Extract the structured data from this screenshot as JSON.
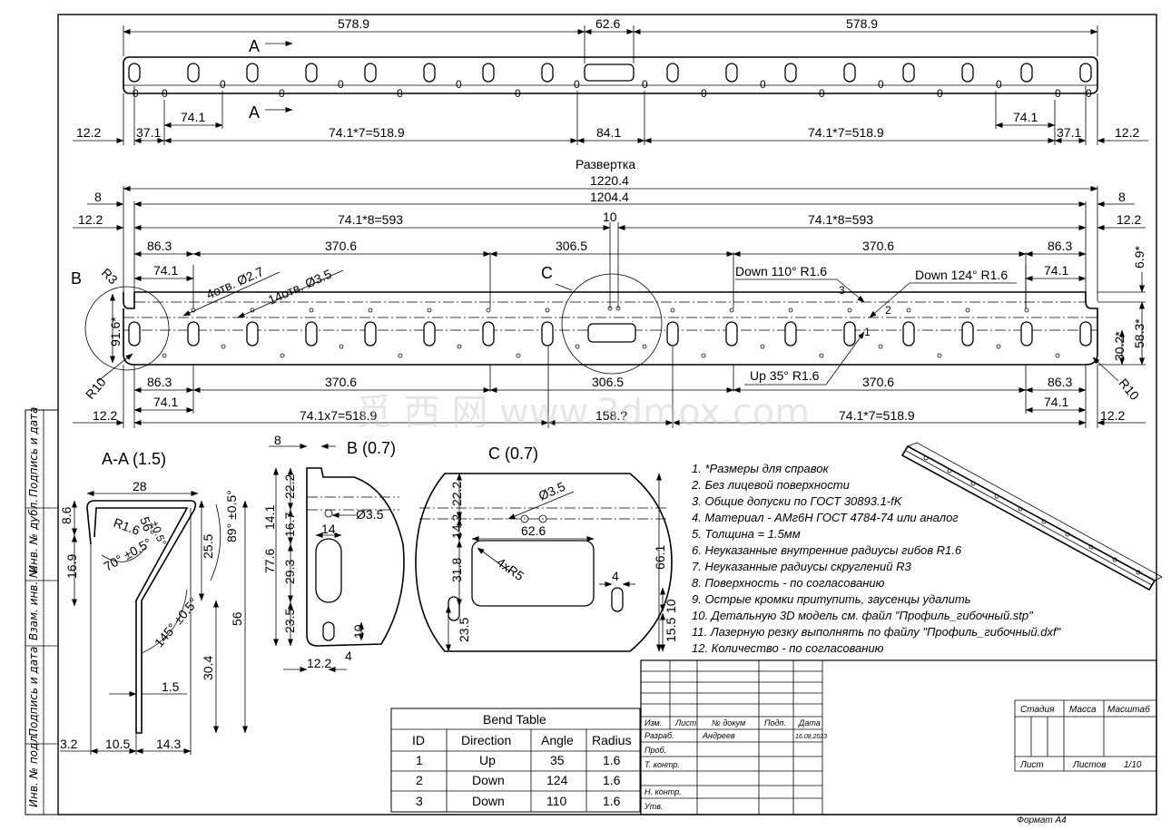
{
  "top_view": {
    "dims_top": [
      "578.9",
      "62.6",
      "578.9"
    ],
    "dims_bottom": [
      "12.2",
      "37.1",
      "74.1",
      "74.1*7=518.9",
      "84.1",
      "74.1*7=518.9",
      "74.1",
      "37.1",
      "12.2"
    ],
    "section_mark": "A",
    "hole_mark": "0"
  },
  "flat_view": {
    "title": "Развертка",
    "overall": [
      "1220.4",
      "1204.4",
      "8",
      "8"
    ],
    "row3": [
      "12.2",
      "74.1*8=593",
      "10",
      "74.1*8=593",
      "12.2"
    ],
    "row4": [
      "86.3",
      "370.6",
      "306.5",
      "370.6",
      "86.3"
    ],
    "row5": [
      "74.1",
      "74.1"
    ],
    "holes_a": "4отв. Ø2.7",
    "holes_b": "14отв. Ø3.5",
    "detail_b": "B",
    "detail_c": "C",
    "r3": "R3",
    "h916": "91.6*",
    "r10_left": "R10",
    "r10_right": "R10",
    "bend_down_110": "Down 110° R1.6",
    "bend_down_124": "Down 124° R1.6",
    "bend_up_35": "Up 35° R1.6",
    "bend_ids": [
      "1",
      "2",
      "3"
    ],
    "right_dims": [
      "6.9*",
      "58.3*",
      "30.2*"
    ],
    "bottom_row1": [
      "86.3",
      "370.6",
      "306.5",
      "370.6",
      "86.3"
    ],
    "bottom_row2": [
      "74.1",
      "74.1"
    ],
    "bottom_row3": [
      "12.2",
      "74.1x7=518.9",
      "158.?",
      "74.1*7=518.9",
      "12.2"
    ]
  },
  "watermark": "觅 西 网 www.3dmox.com",
  "section_aa": {
    "title": "A-A (1.5)",
    "dims": [
      "28",
      "8.6",
      "16.9",
      "R1.6",
      "56°",
      "±0.5°",
      "70° ±0.5°",
      "25.5",
      "89° ±0.5°",
      "56",
      "145° ±0.5°",
      "30.4",
      "1.5",
      "3.2",
      "10.5",
      "14.3"
    ]
  },
  "detail_b": {
    "title": "B (0.7)",
    "dims": [
      "8",
      "22.2",
      "14.1",
      "16.7",
      "77.6",
      "29.3",
      "23.5",
      "Ø3.5",
      "14",
      "10",
      "4",
      "12.2"
    ]
  },
  "detail_c": {
    "title": "C (0.7)",
    "dims": [
      "22.2",
      "Ø3.5",
      "14.2",
      "62.6",
      "31.8",
      "4xR5",
      "4",
      "66.1",
      "23.5",
      "10",
      "15.5"
    ]
  },
  "notes": [
    "1.   *Размеры для справок",
    "2.   Без лицевой поверхности",
    "3.   Общие допуски по ГОСТ 30893.1-fK",
    "4.   Материал - АМг6Н ГОСТ 4784-74 или аналог",
    "5.   Толщина = 1.5мм",
    "6.   Неуказанные внутренние радиусы гибов R1.6",
    "7.   Неуказанные радиусы скруглений R3",
    "8.   Поверхность - по согласованию",
    "9.   Острые кромки притупить, заусенцы удалить",
    "10.  Детальную 3D модель см. файл \"Профиль_гибочный.stp\"",
    "11.  Лазерную резку выполнять по файлу \"Профиль_гибочный.dxf\"",
    "12.  Количество - по согласованию"
  ],
  "bend_table": {
    "title": "Bend Table",
    "headers": [
      "ID",
      "Direction",
      "Angle",
      "Radius"
    ],
    "rows": [
      [
        "1",
        "Up",
        "35",
        "1.6"
      ],
      [
        "2",
        "Down",
        "124",
        "1.6"
      ],
      [
        "3",
        "Down",
        "110",
        "1.6"
      ]
    ]
  },
  "left_strip": [
    "Подпись и дата",
    "Инв. № дубл.",
    "Взам. инв. №",
    "Подпись и дата",
    "Инв. № подл."
  ],
  "title_block": {
    "header": [
      "Изм.",
      "Лист",
      "№ докум",
      "Подп.",
      "Дата"
    ],
    "date": "16.08.2023",
    "rows": [
      "Разраб.",
      "Проб.",
      "Т. контр.",
      "Н. контр.",
      "Утв."
    ],
    "developer": "Андреев",
    "stage_labels": [
      "Стадия",
      "Масса",
      "Масштаб"
    ],
    "sheet_label": "Лист",
    "sheets_label": "Листов",
    "sheets_value": "1/10",
    "format": "Формат А4"
  }
}
